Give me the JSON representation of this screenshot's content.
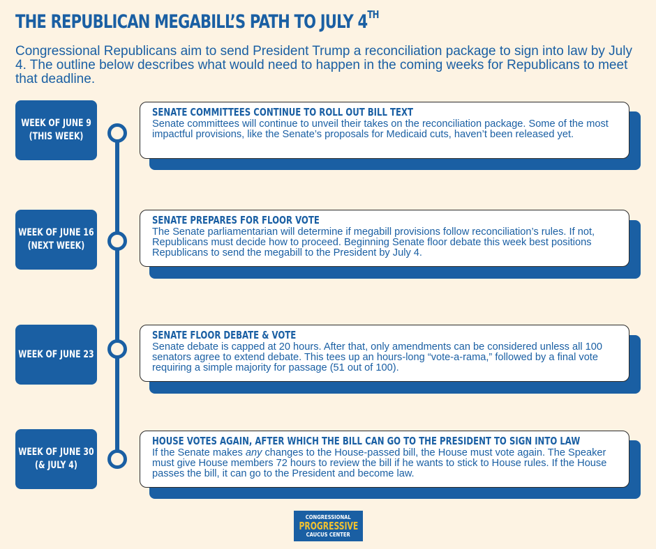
{
  "header": {
    "title": "The Republican Megabill’s Path to July 4",
    "title_sup": "th",
    "intro": "Congressional Republicans aim to send President Trump a reconciliation package to sign into law by July 4. The outline below describes what would need to happen in the coming weeks for Republicans to meet that deadline."
  },
  "timeline": [
    {
      "week_line1": "Week of June 9",
      "week_line2": "(This Week)",
      "heading": "Senate Committees Continue to Roll Out Bill Text",
      "body": "Senate committees will continue to unveil their takes on the reconciliation package. Some of the most impactful provisions, like the Senate’s proposals for Medicaid cuts, haven’t been released yet."
    },
    {
      "week_line1": "Week of June 16",
      "week_line2": "(Next Week)",
      "heading": "Senate Prepares for Floor Vote",
      "body": "The Senate parliamentarian will determine if megabill provisions follow reconciliation’s rules. If not, Republicans must decide how to proceed. Beginning Senate floor debate this week best positions Republicans to send the megabill to the President by July 4."
    },
    {
      "week_line1": "Week of June 23",
      "week_line2": "",
      "heading": "Senate Floor Debate & Vote",
      "body": "Senate debate is capped at 20 hours. After that, only amendments can be considered unless all 100 senators agree to extend debate. This tees up an hours-long “vote-a-rama,” followed by a final vote requiring a simple majority for passage (51 out of 100)."
    },
    {
      "week_line1": "Week of June 30",
      "week_line2": "(& July 4)",
      "heading": "House Votes Again, After Which the Bill Can Go to the President to Sign Into Law",
      "body_pre": "If the Senate makes ",
      "body_em": "any",
      "body_post": " changes to the House-passed bill, the House must vote again. The Speaker must give House members 72 hours to review the bill if he wants to stick to House rules. If the House passes the bill, it can go to the President and become law."
    }
  ],
  "logo": {
    "line1": "CONGRESSIONAL",
    "line2": "PROGRESSIVE",
    "line3": "CAUCUS CENTER"
  },
  "colors": {
    "background": "#fdf3e3",
    "brand_blue": "#1a5fa3",
    "logo_gold": "#f2c230"
  }
}
